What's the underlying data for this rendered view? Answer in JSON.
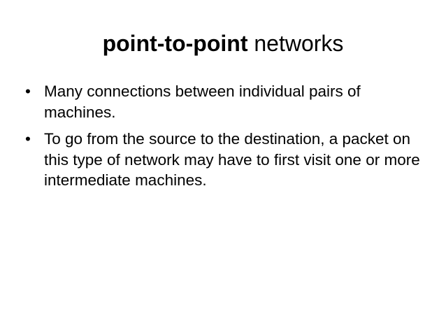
{
  "slide": {
    "title": {
      "bold": "point-to-point",
      "rest": " networks"
    },
    "bullet_symbol": "•",
    "bullets": [
      "Many connections between individual pairs of machines.",
      "To go from the source to the destination, a packet on this type of network may have to first visit one or more intermediate machines."
    ]
  }
}
